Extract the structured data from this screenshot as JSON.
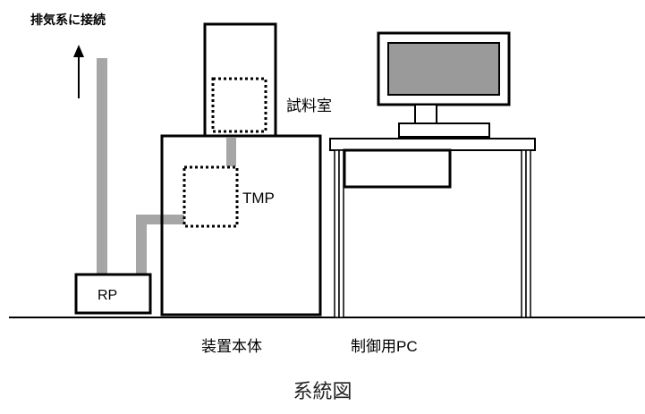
{
  "labels": {
    "exhaust": "排気系に接続",
    "sample_chamber": "試料室",
    "tmp": "TMP",
    "rp": "RP",
    "main_unit": "装置本体",
    "control_pc": "制御用PC"
  },
  "caption": "系統図",
  "colors": {
    "pipe": "#a6a6a6",
    "screen": "#9a9a9a",
    "outline": "#000000"
  }
}
